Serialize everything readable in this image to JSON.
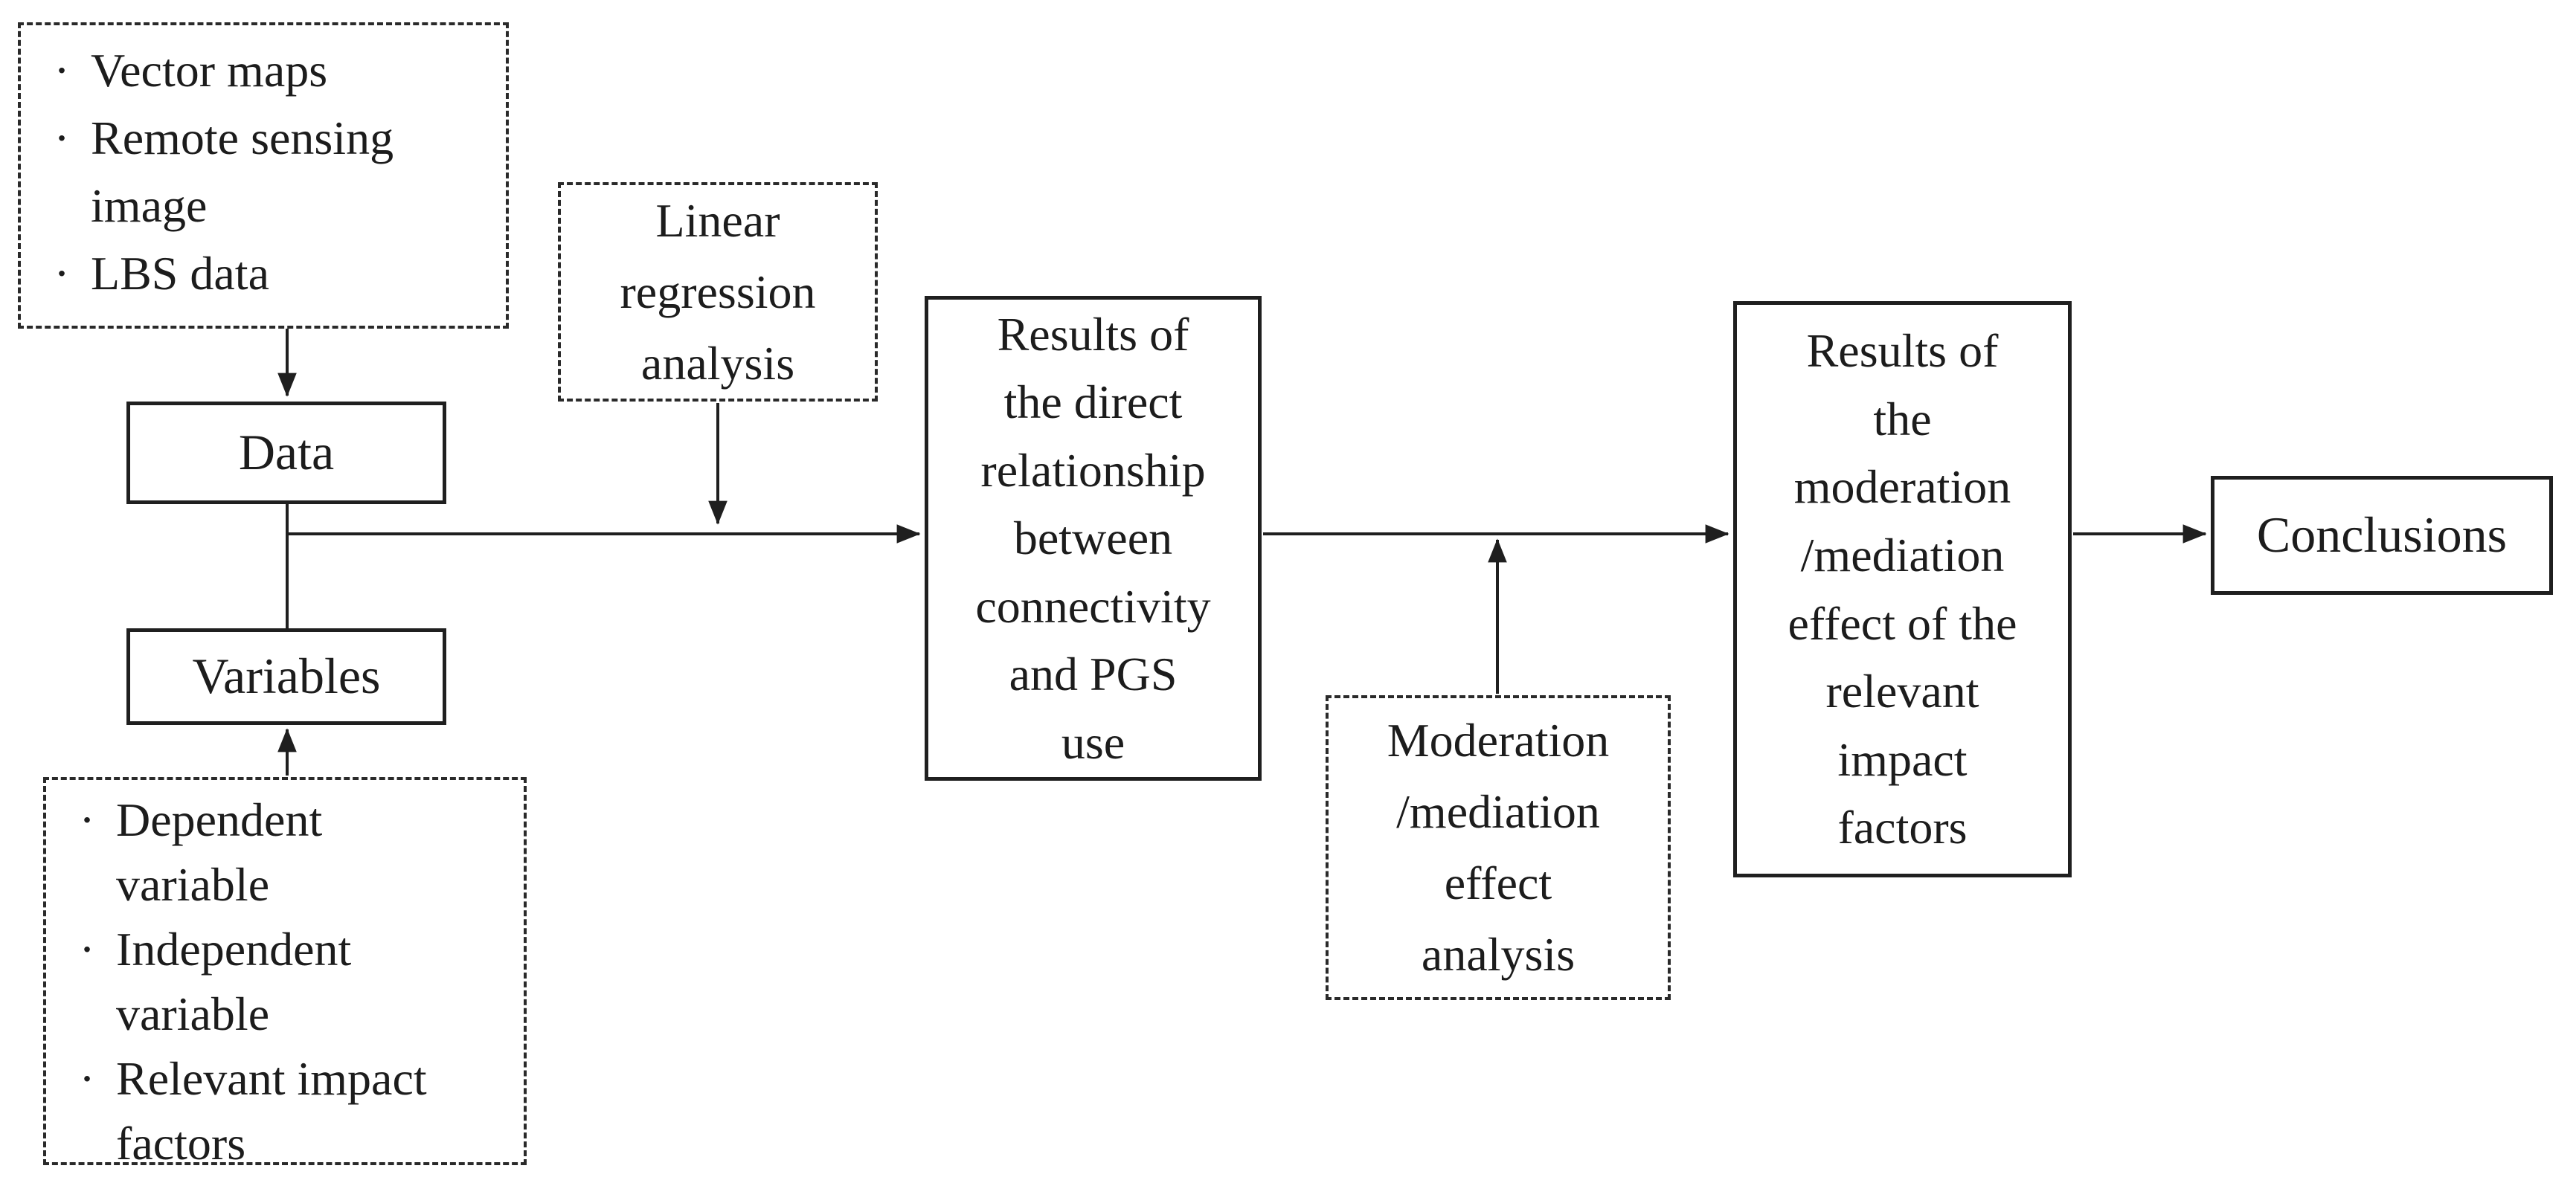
{
  "colors": {
    "background": "#ffffff",
    "line": "#1f1f1f",
    "text": "#1c1c1c"
  },
  "nodes": {
    "data_sources": {
      "type": "dashed-list",
      "items": [
        {
          "marker": "·",
          "text": "Vector maps"
        },
        {
          "marker": "·",
          "text": "Remote sensing\nimage"
        },
        {
          "marker": "·",
          "text": "LBS data"
        }
      ]
    },
    "data": {
      "type": "solid",
      "label": "Data"
    },
    "variables": {
      "type": "solid",
      "label": "Variables"
    },
    "variable_types": {
      "type": "dashed-list",
      "items": [
        {
          "marker": "·",
          "text": "Dependent\nvariable"
        },
        {
          "marker": "·",
          "text": "Independent\nvariable"
        },
        {
          "marker": "·",
          "text": "Relevant impact\nfactors"
        }
      ]
    },
    "linear_regression": {
      "type": "dashed",
      "label": "Linear\nregression\nanalysis"
    },
    "direct_results": {
      "type": "solid",
      "label": "Results of\nthe direct\nrelationship\nbetween\nconnectivity\nand PGS\nuse"
    },
    "moderation_analysis": {
      "type": "dashed",
      "label": "Moderation\n/mediation\neffect\nanalysis"
    },
    "moderation_results": {
      "type": "solid",
      "label": "Results of\nthe\nmoderation\n/mediation\neffect of the\nrelevant\nimpact\nfactors"
    },
    "conclusions": {
      "type": "solid",
      "label": "Conclusions"
    }
  },
  "edges": [
    {
      "from": "data_sources",
      "to": "data",
      "style": "arrow"
    },
    {
      "from": "data",
      "to": "variables",
      "style": "line"
    },
    {
      "from": "variable_types",
      "to": "variables",
      "style": "arrow"
    },
    {
      "from": "data",
      "to": "direct_results",
      "style": "arrow"
    },
    {
      "from": "linear_regression",
      "to": "flow-line",
      "style": "arrow"
    },
    {
      "from": "direct_results",
      "to": "moderation_results",
      "style": "arrow"
    },
    {
      "from": "moderation_analysis",
      "to": "flow-line",
      "style": "arrow"
    },
    {
      "from": "moderation_results",
      "to": "conclusions",
      "style": "arrow"
    }
  ]
}
